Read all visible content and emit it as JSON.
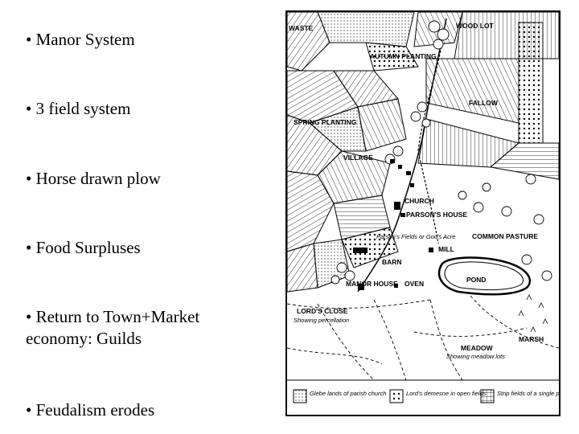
{
  "bullets": [
    "• Manor System",
    "• 3 field system",
    "• Horse drawn plow",
    "• Food Surpluses",
    "• Return to Town+Market economy: Guilds",
    "• Feudalism erodes"
  ],
  "map": {
    "labels": {
      "waste": "WASTE",
      "wood_lot": "WOOD LOT",
      "autumn_planting": "AUTUMN PLANTING",
      "fallow": "FALLOW",
      "spring_planting": "SPRING PLANTING",
      "village": "VILLAGE",
      "church": "CHURCH",
      "parsons_house": "PARSON'S HOUSE",
      "parsons_fields": "Parson's Fields or God's Acre",
      "common_pasture": "COMMON PASTURE",
      "mill": "MILL",
      "barn": "BARN",
      "pond": "POND",
      "manor_house": "MANOR HOUSE",
      "oven": "OVEN",
      "lords_close": "LORD'S CLOSE",
      "lords_close_note": "Showing percellation",
      "meadow": "MEADOW",
      "meadow_note": "Showing meadow lots",
      "marsh": "MARSH"
    },
    "legend": [
      {
        "text": "Glebe lands of parish church",
        "pattern": "dots"
      },
      {
        "text": "Lord's demesne in open fields",
        "pattern": "bigdots"
      },
      {
        "text": "Strip fields of a single peasant",
        "pattern": "grid"
      }
    ]
  }
}
